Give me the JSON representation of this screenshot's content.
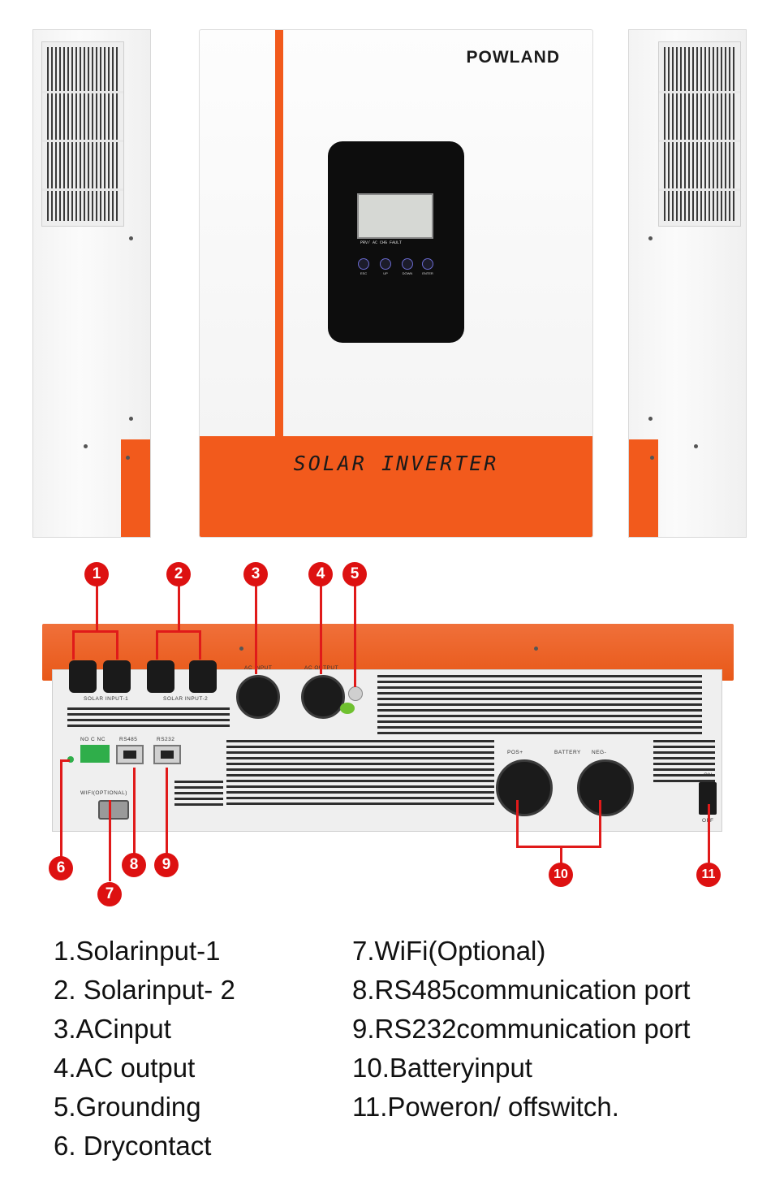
{
  "brand": "POWLAND",
  "product_title": "SOLAR INVERTER",
  "front_panel": {
    "leds": "PRV/ AC CHG FAULT",
    "keys": [
      "ESC",
      "UP",
      "DOWN",
      "ENTER"
    ]
  },
  "rear_labels": {
    "solar_input_1": "SOLAR INPUT-1",
    "solar_input_2": "SOLAR INPUT-2",
    "ac_input": "AC INPUT",
    "ac_output": "AC OUTPUT",
    "dry_contact": "NO C NC",
    "rs485": "RS485",
    "rs232": "RS232",
    "wifi": "WIFI(OPTIONAL)",
    "battery": "BATTERY",
    "pos": "POS+",
    "neg": "NEG-",
    "on": "ON",
    "off": "OFF"
  },
  "callouts": [
    "1",
    "2",
    "3",
    "4",
    "5",
    "6",
    "7",
    "8",
    "9",
    "10",
    "11"
  ],
  "legend": {
    "left": [
      "1.Solarinput-1",
      "2. Solarinput- 2",
      "3.ACinput",
      "4.AC output",
      "5.Grounding",
      "6. Drycontact"
    ],
    "right": [
      "7.WiFi(Optional)",
      "8.RS485communication port",
      "9.RS232communication port",
      "10.Batteryinput",
      "11.Poweron/ offswitch."
    ]
  },
  "colors": {
    "accent": "#f25a1c",
    "callout": "#dd1111"
  }
}
